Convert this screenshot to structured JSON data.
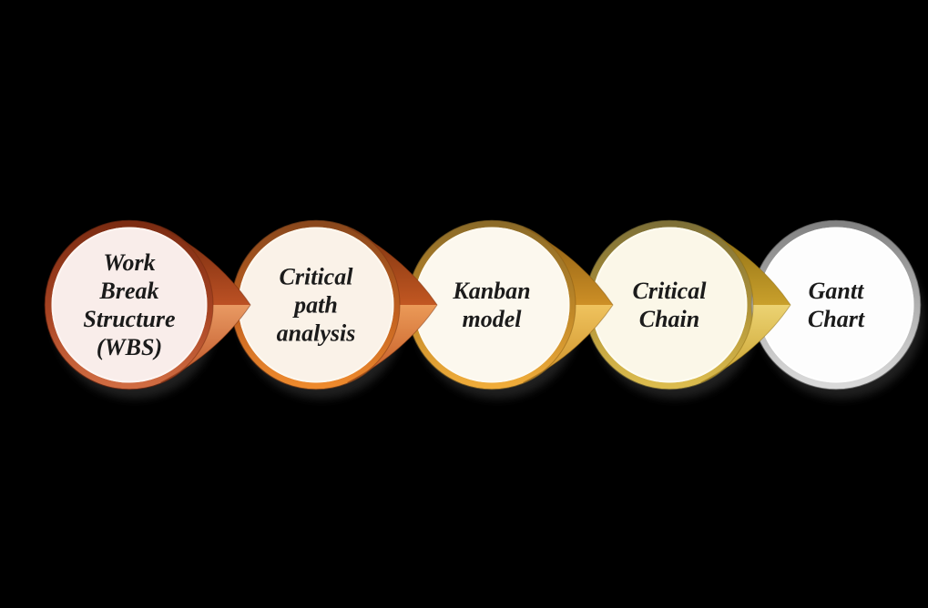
{
  "app": {
    "background_color": "#000000"
  },
  "diagram": {
    "type": "horizontal-process-flow",
    "direction": "left-to-right",
    "text_color": "#1b1b1b",
    "steps": [
      {
        "id": 1,
        "label": "Work\nBreak\nStructure\n(WBS)",
        "theme": "rust",
        "fill": "#f9edea",
        "rim": "#fdf6f2",
        "ring": {
          "dark": "#7c2c12",
          "mid": "#a84423",
          "light": "#d06c42"
        },
        "arrow": {
          "dark": "#73290d",
          "mid": "#bc5124",
          "light": "#e99a63"
        }
      },
      {
        "id": 2,
        "label": "Critical\npath\nanalysis",
        "theme": "orange",
        "fill": "#faf2e8",
        "rim": "#fdf8ef",
        "ring": {
          "dark": "#8a481c",
          "mid": "#c06020",
          "light": "#ee8a2d"
        },
        "arrow": {
          "dark": "#7c330f",
          "mid": "#c25722",
          "light": "#eb9a58"
        }
      },
      {
        "id": 3,
        "label": "Kanban\nmodel",
        "theme": "amber",
        "fill": "#fcf8ee",
        "rim": "#fefaf0",
        "ring": {
          "dark": "#8c6b28",
          "mid": "#c08828",
          "light": "#f0ac3a"
        },
        "arrow": {
          "dark": "#8a5c12",
          "mid": "#cd8f26",
          "light": "#efc35e"
        }
      },
      {
        "id": 4,
        "label": "Critical\nChain",
        "theme": "gold",
        "fill": "#fbf7e8",
        "rim": "#fefcf1",
        "ring": {
          "dark": "#7e7037",
          "mid": "#b29538",
          "light": "#dcbc4e"
        },
        "arrow": {
          "dark": "#8c6c12",
          "mid": "#c9a02c",
          "light": "#ecd373"
        }
      },
      {
        "id": 5,
        "label": "Gantt\nChart",
        "theme": "silver",
        "fill": "#fdfdfd",
        "rim": "#ffffff",
        "ring": {
          "dark": "#828282",
          "mid": "#b4b4b4",
          "light": "#dadada"
        },
        "arrow": null
      }
    ]
  }
}
